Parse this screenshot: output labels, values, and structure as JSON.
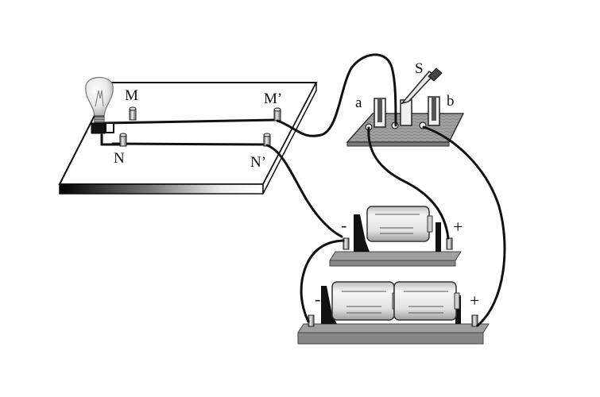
{
  "labels": {
    "M": "M",
    "M_prime": "M’",
    "N": "N",
    "N_prime": "N’",
    "switch": "S",
    "a": "a",
    "b": "b",
    "battery_top_minus": "-",
    "battery_top_plus": "+",
    "battery_bottom_minus": "-",
    "battery_bottom_plus": "+"
  },
  "icons": {
    "bulb": "light-bulb-icon",
    "switch": "knife-switch-icon",
    "battery": "battery-cell-icon"
  },
  "colors": {
    "wire": "#111111",
    "board_base": "#9a9a9a",
    "battery_body": "#e8e8e8"
  }
}
